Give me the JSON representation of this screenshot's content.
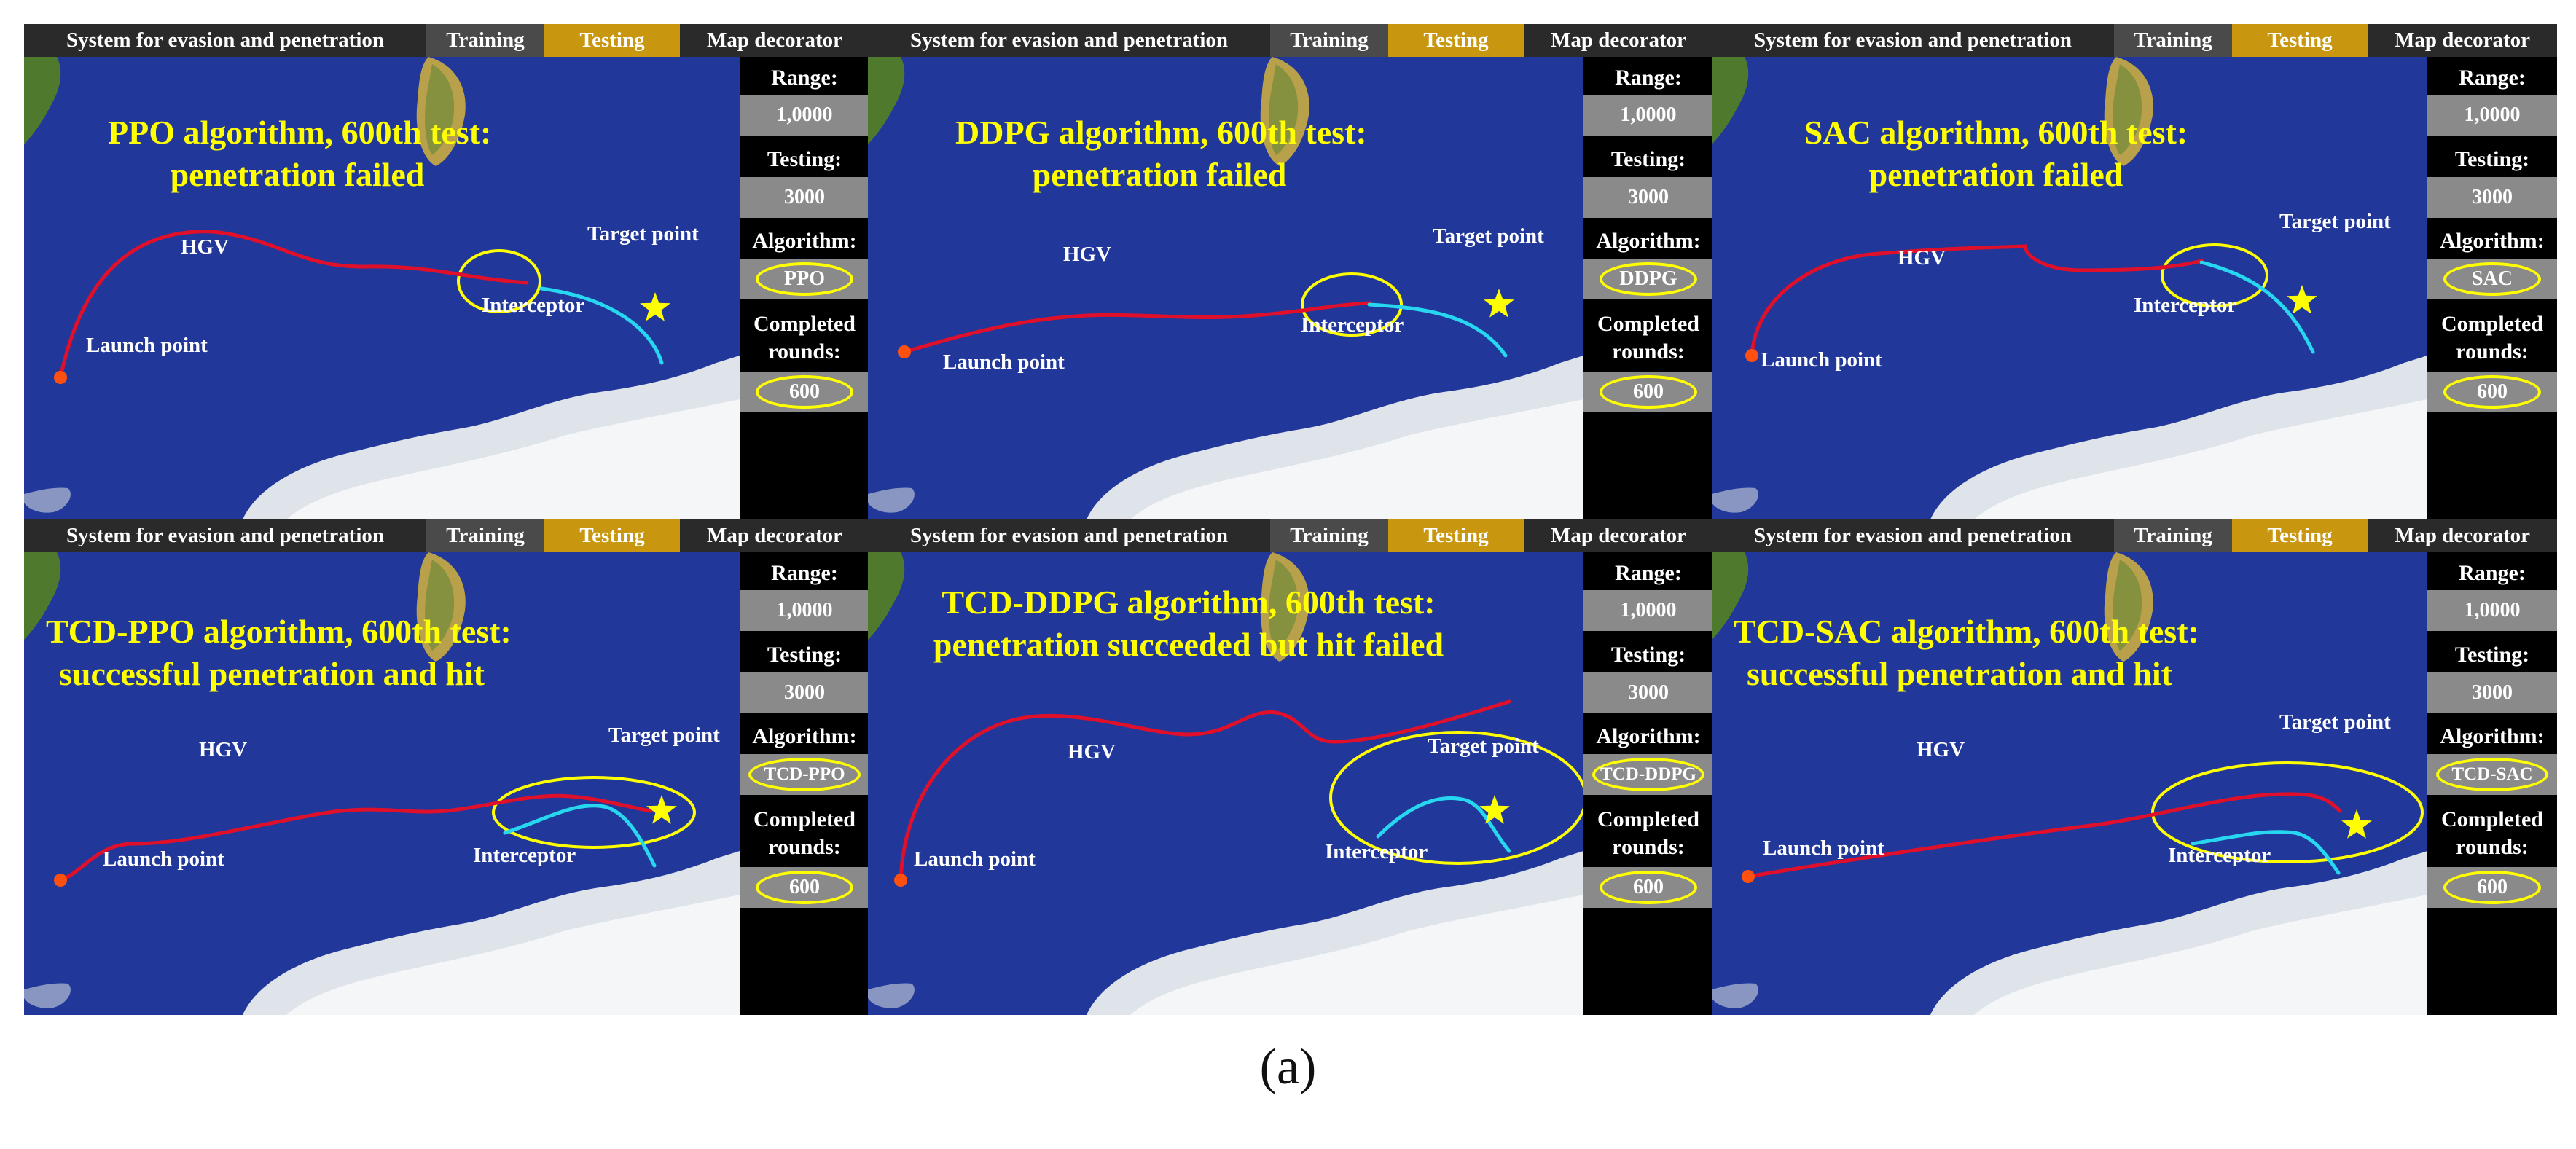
{
  "menu": {
    "system": "System for evasion and penetration",
    "training": "Training",
    "testing": "Testing",
    "map": "Map decorator"
  },
  "sidebar_labels": {
    "range": "Range:",
    "testing": "Testing:",
    "algorithm": "Algorithm:",
    "completed_line1": "Completed",
    "completed_line2": "rounds:"
  },
  "map_labels": {
    "hgv": "HGV",
    "launch": "Launch point",
    "target": "Target point",
    "interceptor": "Interceptor"
  },
  "panels": [
    {
      "line1": "PPO algorithm, 600th test:",
      "line2": "penetration failed",
      "range": "1,0000",
      "testing": "3000",
      "algorithm": "PPO",
      "rounds": "600"
    },
    {
      "line1": "DDPG algorithm, 600th test:",
      "line2": "penetration failed",
      "range": "1,0000",
      "testing": "3000",
      "algorithm": "DDPG",
      "rounds": "600"
    },
    {
      "line1": "SAC algorithm, 600th test:",
      "line2": "penetration failed",
      "range": "1,0000",
      "testing": "3000",
      "algorithm": "SAC",
      "rounds": "600"
    },
    {
      "line1": "TCD-PPO algorithm, 600th test:",
      "line2": "successful penetration and hit",
      "range": "1,0000",
      "testing": "3000",
      "algorithm": "TCD-PPO",
      "rounds": "600"
    },
    {
      "line1": "TCD-DDPG algorithm, 600th test:",
      "line2": "penetration succeeded but hit failed",
      "range": "1,0000",
      "testing": "3000",
      "algorithm": "TCD-DDPG",
      "rounds": "600"
    },
    {
      "line1": "TCD-SAC algorithm, 600th test:",
      "line2": "successful penetration and hit",
      "range": "1,0000",
      "testing": "3000",
      "algorithm": "TCD-SAC",
      "rounds": "600"
    }
  ],
  "caption": "(a)",
  "colors": {
    "ocean": "#21389a",
    "hgv_path": "#e0102a",
    "interceptor_path": "#27d7f0",
    "highlight": "#ffff00",
    "testing_tab": "#c8960f"
  }
}
